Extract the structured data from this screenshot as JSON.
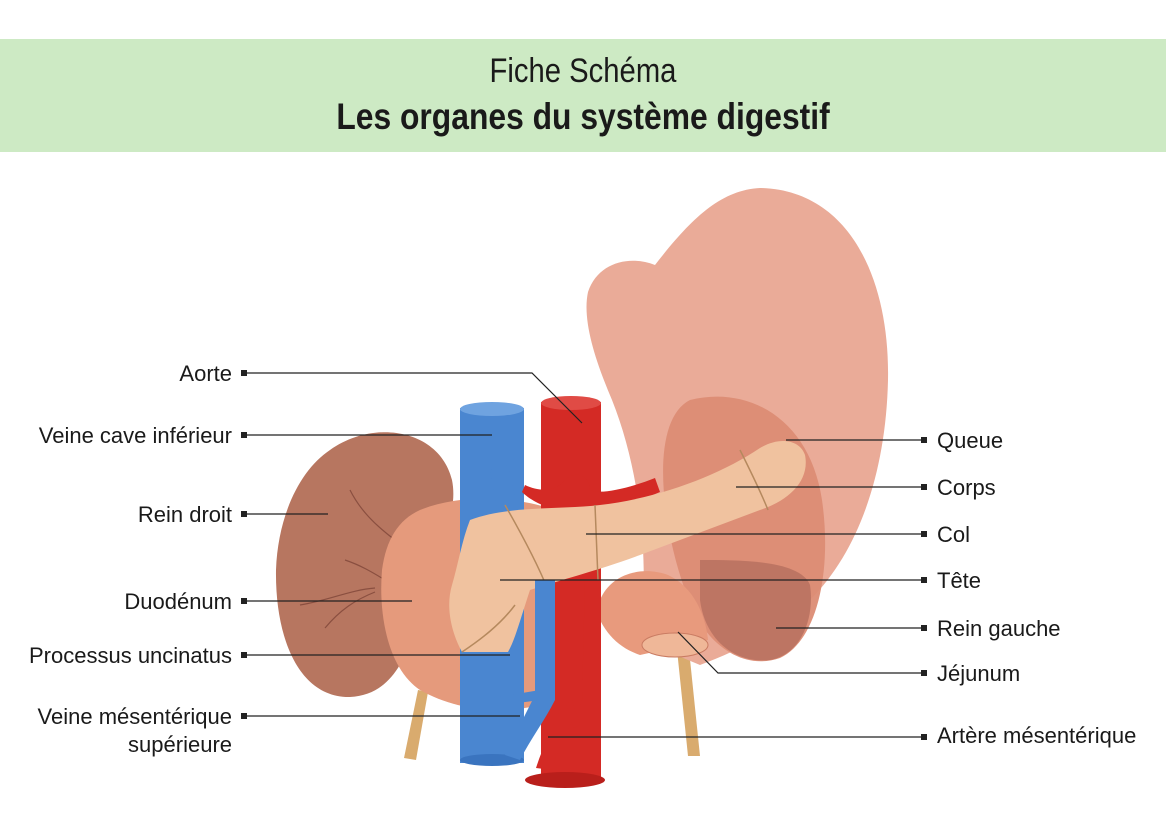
{
  "header": {
    "line1": "Fiche Schéma",
    "line2": "Les organes du système digestif"
  },
  "labels_left": {
    "aorte": "Aorte",
    "veine_cave": "Veine cave inférieur",
    "rein_droit": "Rein droit",
    "duodenum": "Duodénum",
    "processus": "Processus uncinatus",
    "veine_mes_1": "Veine mésentérique",
    "veine_mes_2": "supérieure"
  },
  "labels_right": {
    "queue": "Queue",
    "corps": "Corps",
    "col": "Col",
    "tete": "Tête",
    "rein_gauche": "Rein gauche",
    "jejunum": "Jéjunum",
    "artere": "Artère mésentérique"
  },
  "colors": {
    "banner": "#cdeac4",
    "stomach": "#eaab98",
    "kidney": "#b77660",
    "duodenum": "#e59a7c",
    "pancreas": "#f0c29f",
    "vein": "#4a86d0",
    "artery": "#d42a25",
    "leader": "#222222"
  }
}
